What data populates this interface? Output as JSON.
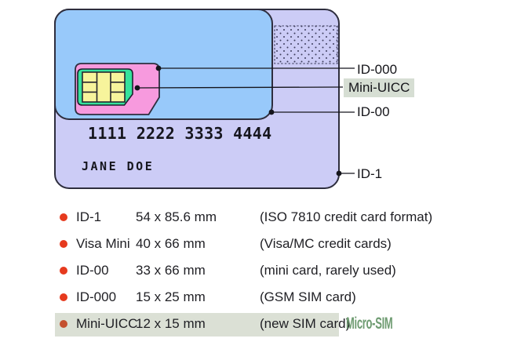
{
  "diagram": {
    "card": {
      "number": "1111 2222 3333 4444",
      "holder": "JANE DOE"
    },
    "callouts": [
      {
        "id": "id-000",
        "label": "ID-000",
        "highlighted": false
      },
      {
        "id": "mini-uicc",
        "label": "Mini-UICC",
        "highlighted": true
      },
      {
        "id": "id-00",
        "label": "ID-00",
        "highlighted": false
      },
      {
        "id": "id-1",
        "label": "ID-1",
        "highlighted": false
      }
    ]
  },
  "legend": {
    "rows": [
      {
        "label": "ID-1",
        "size": "54 x 85.6 mm",
        "note": "(ISO 7810 credit card format)",
        "highlighted": false
      },
      {
        "label": "Visa Mini",
        "size": "40 x 66 mm",
        "note": "(Visa/MC credit cards)",
        "highlighted": false
      },
      {
        "label": "ID-00",
        "size": "33 x 66 mm",
        "note": "(mini card, rarely used)",
        "highlighted": false
      },
      {
        "label": "ID-000",
        "size": "15 x 25 mm",
        "note": "(GSM SIM card)",
        "highlighted": false
      },
      {
        "label": "Mini-UICC",
        "size": "12 x 15 mm",
        "note": "(new SIM card)",
        "highlighted": true
      }
    ],
    "annotation": "Micro-SIM"
  },
  "palette": {
    "card_body": "#ccccf6",
    "id00_area": "#98c9fa",
    "sim_id000": "#f79ade",
    "mini_uicc_card": "#36e29c",
    "chip_contacts": "#f7f49c",
    "highlight_bg": "#dbe0d5",
    "callout_highlight_bg": "#d6ded3",
    "bullet": "#e63a1e",
    "bullet_highlighted": "#c4502f",
    "micro_sim_text": "#6f9c72",
    "outline": "#2e2e3e"
  }
}
